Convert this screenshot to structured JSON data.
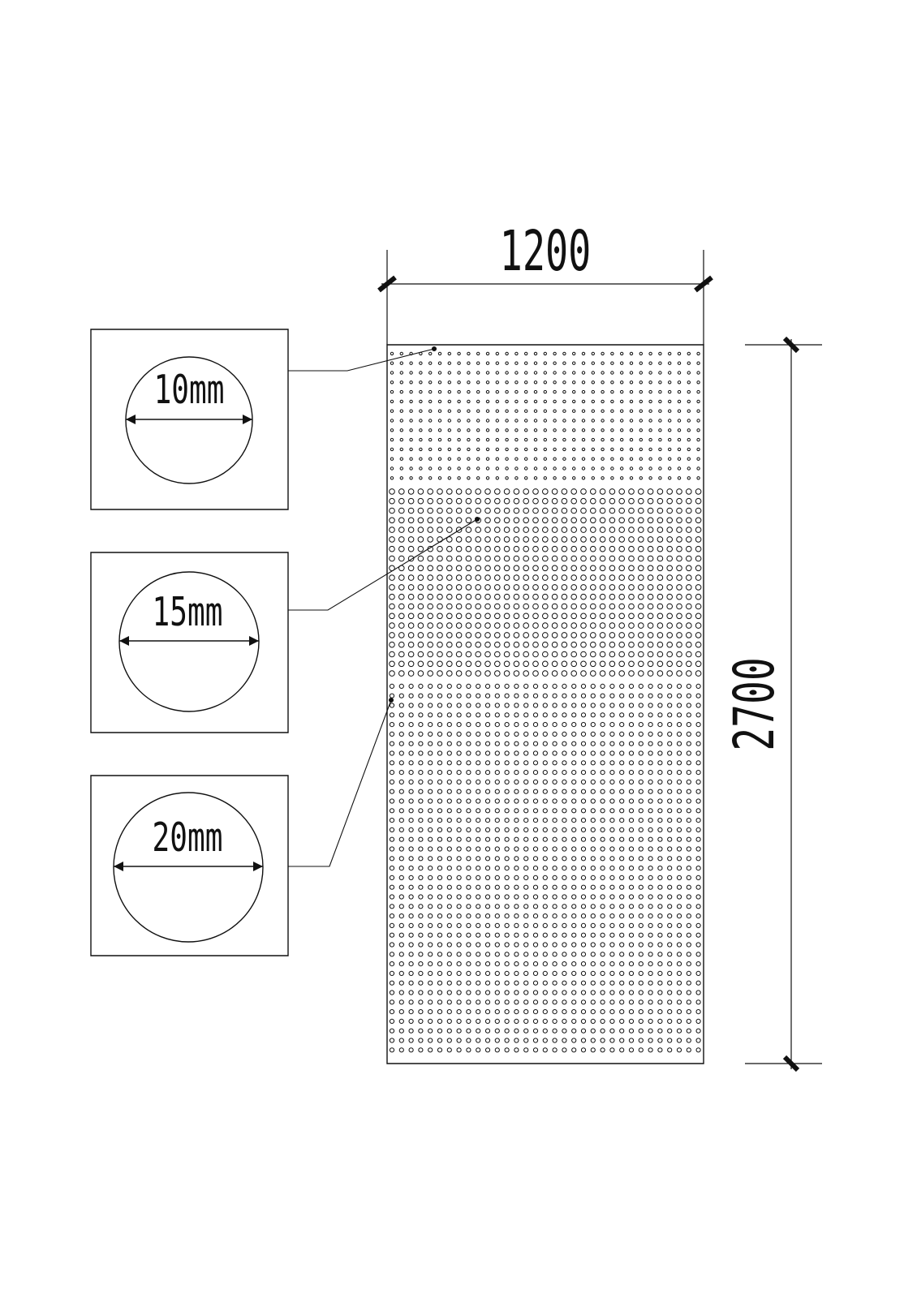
{
  "dimensions": {
    "width_label": "1200",
    "height_label": "2700"
  },
  "details": [
    {
      "label": "10mm",
      "diameter_mm": 10
    },
    {
      "label": "15mm",
      "diameter_mm": 15
    },
    {
      "label": "20mm",
      "diameter_mm": 20
    }
  ],
  "colors": {
    "line": "#111111",
    "background": "#ffffff"
  }
}
